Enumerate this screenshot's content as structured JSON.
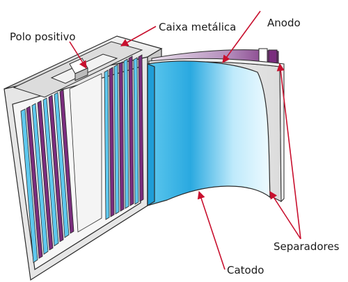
{
  "labels": {
    "polo_positivo": "Polo positivo",
    "caixa_metalica": "Caixa metálica",
    "anodo": "Anodo",
    "separadores": "Separadores",
    "catodo": "Catodo"
  },
  "colors": {
    "leader": "#c8102e",
    "cathode_light": "#d4f2ff",
    "cathode_mid": "#5ec8ee",
    "cathode_dark": "#1e9ed8",
    "anode": "#7a2d7e",
    "anode_light": "#c9a7cf",
    "casing_light": "#f2f2f2",
    "casing_mid": "#d2d2d2",
    "casing_dark": "#9a9a9a",
    "outline": "#2a2a2a"
  }
}
